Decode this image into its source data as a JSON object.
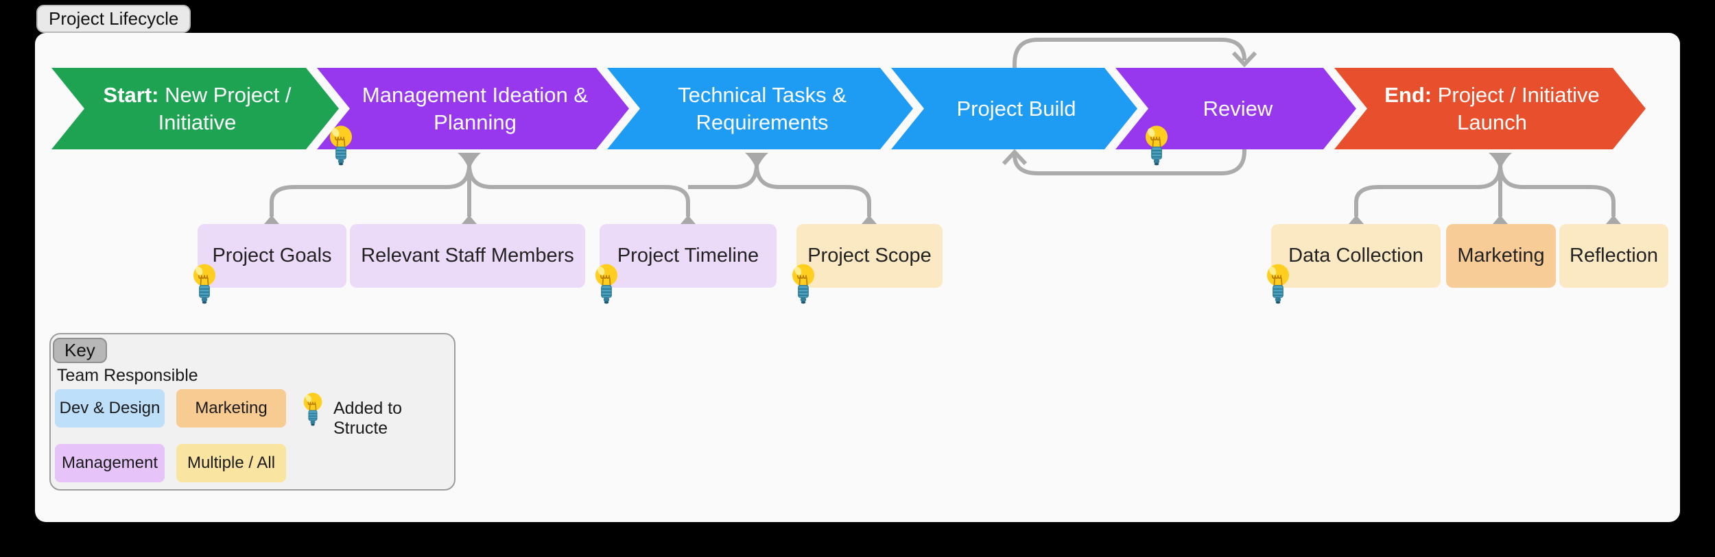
{
  "board": {
    "title": "Project Lifecycle"
  },
  "flow": {
    "stages": [
      {
        "name": "start",
        "prefix": "Start:",
        "label": "New Project / Initiative",
        "color": "#1DA352"
      },
      {
        "name": "management-ideation-planning",
        "prefix": "",
        "label": "Management Ideation & Planning",
        "color": "#9838EE"
      },
      {
        "name": "technical-tasks-requirements",
        "prefix": "",
        "label": "Technical Tasks & Requirements",
        "color": "#1E9BF3"
      },
      {
        "name": "project-build",
        "prefix": "",
        "label": "Project Build",
        "color": "#1E9BF3"
      },
      {
        "name": "review",
        "prefix": "",
        "label": "Review",
        "color": "#9838EE"
      },
      {
        "name": "end",
        "prefix": "End:",
        "label": "Project / Initiative Launch",
        "color": "#E8502D"
      }
    ],
    "loop_between": [
      "Project Build",
      "Review"
    ]
  },
  "nodes": [
    {
      "label": "Project Goals",
      "color": "#ECDAF9",
      "has_bulb": true
    },
    {
      "label": "Relevant Staff Members",
      "color": "#ECDAF9",
      "has_bulb": false
    },
    {
      "label": "Project Timeline",
      "color": "#ECDAF9",
      "has_bulb": true
    },
    {
      "label": "Project Scope",
      "color": "#FBE9C3",
      "has_bulb": true
    },
    {
      "label": "Data Collection",
      "color": "#FBE9C3",
      "has_bulb": true
    },
    {
      "label": "Marketing",
      "color": "#F7CC96",
      "has_bulb": false
    },
    {
      "label": "Reflection",
      "color": "#FBE9C3",
      "has_bulb": false
    }
  ],
  "key": {
    "tab": "Key",
    "title": "Team Responsible",
    "items": [
      {
        "label": "Dev & Design",
        "color": "#BDDFF9"
      },
      {
        "label": "Marketing",
        "color": "#F8CB92"
      },
      {
        "label": "Management",
        "color": "#E6C3F9"
      },
      {
        "label": "Multiple / All",
        "color": "#FAE4A2"
      }
    ],
    "bulb_caption": "Added to Structe"
  },
  "icons": {
    "bulb": "lightbulb-icon",
    "funnel": "funnel-connector",
    "diamond": "diamond-connector"
  },
  "connector_color": "#ABABAB"
}
